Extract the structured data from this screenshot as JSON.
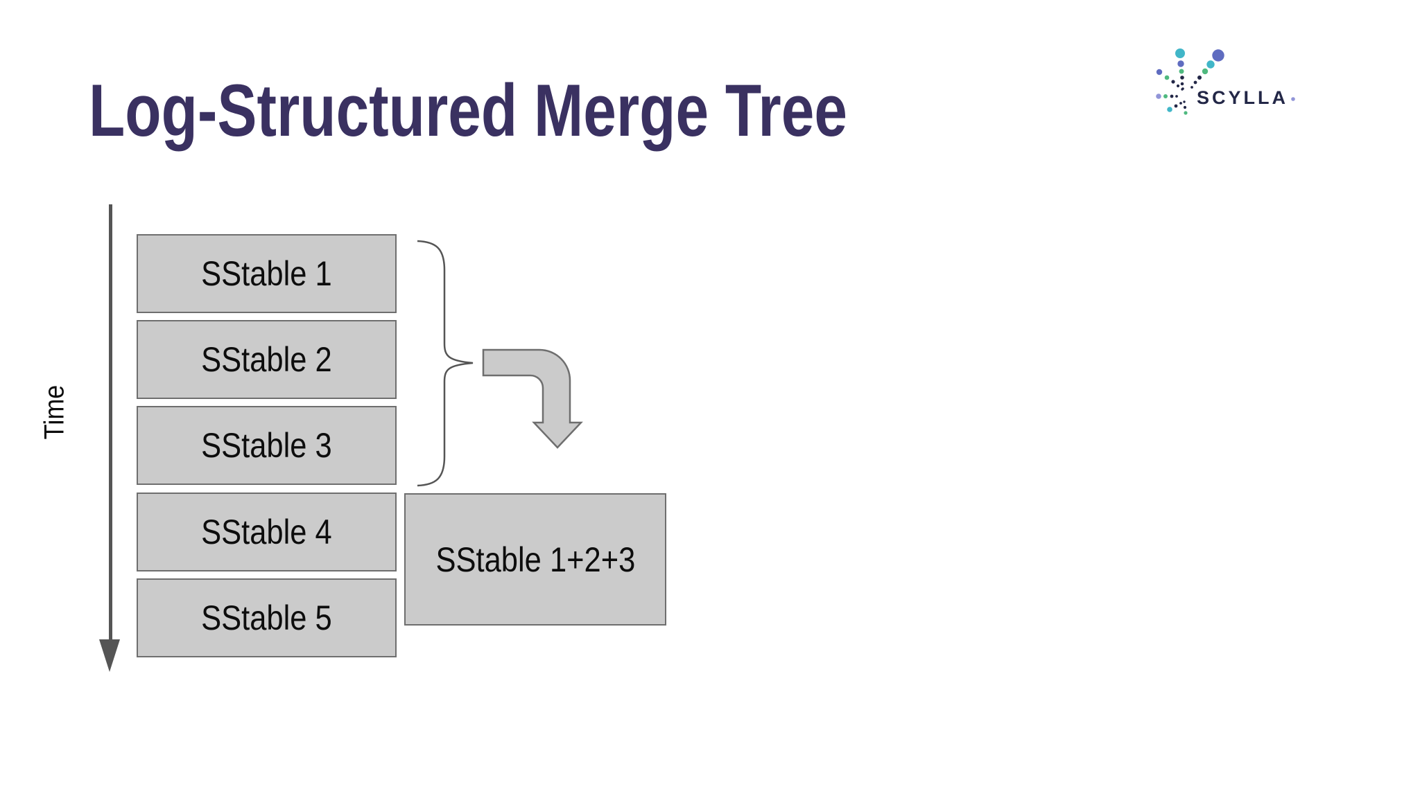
{
  "slide": {
    "title": "Log-Structured Merge Tree"
  },
  "logo": {
    "brand": "SCYLLA"
  },
  "diagram": {
    "time_axis_label": "Time",
    "sstables": [
      "SStable 1",
      "SStable 2",
      "SStable 3",
      "SStable 4",
      "SStable 5"
    ],
    "merged_label": "SStable 1+2+3"
  },
  "colors": {
    "background": "#ffffff",
    "title": "#3a3161",
    "label-text": "#0d0d0d",
    "box-fill": "#cbcbcb",
    "box-border": "#6e6e6e",
    "connector": "#555555",
    "logo-navy": "#232747",
    "logo-teal": "#41b6c8",
    "logo-green": "#4fb97f",
    "logo-indigo": "#5f6cc0",
    "logo-lavender": "#9195d8"
  }
}
